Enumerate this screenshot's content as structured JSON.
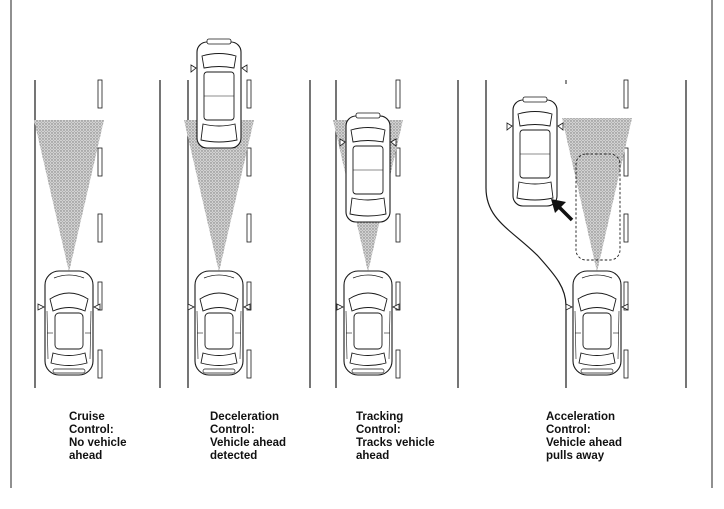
{
  "panels": [
    {
      "lines": [
        "Cruise",
        "Control:",
        "No vehicle",
        "ahead"
      ]
    },
    {
      "lines": [
        "Deceleration",
        "Control:",
        "Vehicle ahead",
        "detected"
      ]
    },
    {
      "lines": [
        "Tracking",
        "Control:",
        "Tracks vehicle",
        "ahead"
      ]
    },
    {
      "lines": [
        "Acceleration",
        "Control:",
        "Vehicle ahead",
        "pulls away"
      ]
    }
  ],
  "colors": {
    "line": "#1a1a1a",
    "radar_fill": "#b9b9b9",
    "car_fill": "#ffffff"
  },
  "icons": [
    "car-top-view-icon",
    "radar-cone-icon",
    "pull-away-arrow-icon"
  ]
}
